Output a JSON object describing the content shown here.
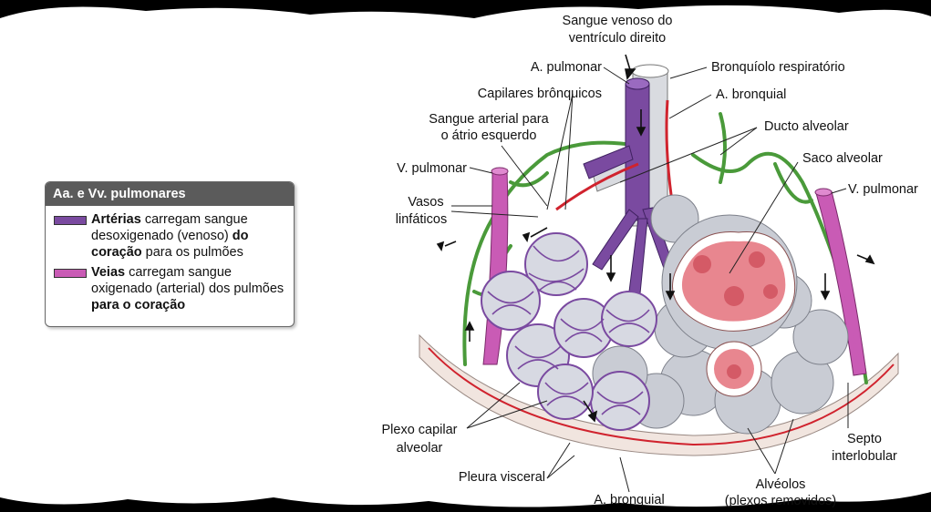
{
  "labels": {
    "sangue_venoso_1": "Sangue venoso do",
    "sangue_venoso_2": "ventrículo direito",
    "a_pulmonar": "A. pulmonar",
    "bronquiolo": "Bronquíolo respiratório",
    "capilares_bronquicos": "Capilares brônquicos",
    "a_bronquial_top": "A. bronquial",
    "sangue_arterial_1": "Sangue arterial para",
    "sangue_arterial_2": "o átrio esquerdo",
    "ducto_alveolar": "Ducto alveolar",
    "v_pulmonar_left": "V. pulmonar",
    "saco_alveolar": "Saco alveolar",
    "v_pulmonar_right": "V. pulmonar",
    "vasos_1": "Vasos",
    "vasos_2": "linfáticos",
    "plexo_1": "Plexo capilar",
    "plexo_2": "alveolar",
    "septo_1": "Septo",
    "septo_2": "interlobular",
    "pleura": "Pleura visceral",
    "alveolos_1": "Alvéolos",
    "alveolos_2": "(plexos removidos)",
    "a_bronquial_bottom": "A. bronquial"
  },
  "legend": {
    "title": "Aa. e Vv. pulmonares",
    "arteries": {
      "bold1": "Artérias",
      "text1": " carregam sangue desoxigenado (venoso) ",
      "bold2": "do coração",
      "text2": " para os pulmões",
      "color": "#7a4aa0"
    },
    "veins": {
      "bold1": "Veias",
      "text1": " carregam sangue oxigenado (arterial) dos pulmões ",
      "bold2": "para o coração",
      "text2": "",
      "color": "#c95bb5"
    }
  },
  "colors": {
    "artery": "#7a4aa0",
    "vein": "#c95bb5",
    "bronchial_artery": "#d0232e",
    "lymphatic": "#4a9a3a",
    "alveolus": "#c9ccd4",
    "alveolus_inner": "#e8868f",
    "pleura": "#f2e6e0"
  }
}
